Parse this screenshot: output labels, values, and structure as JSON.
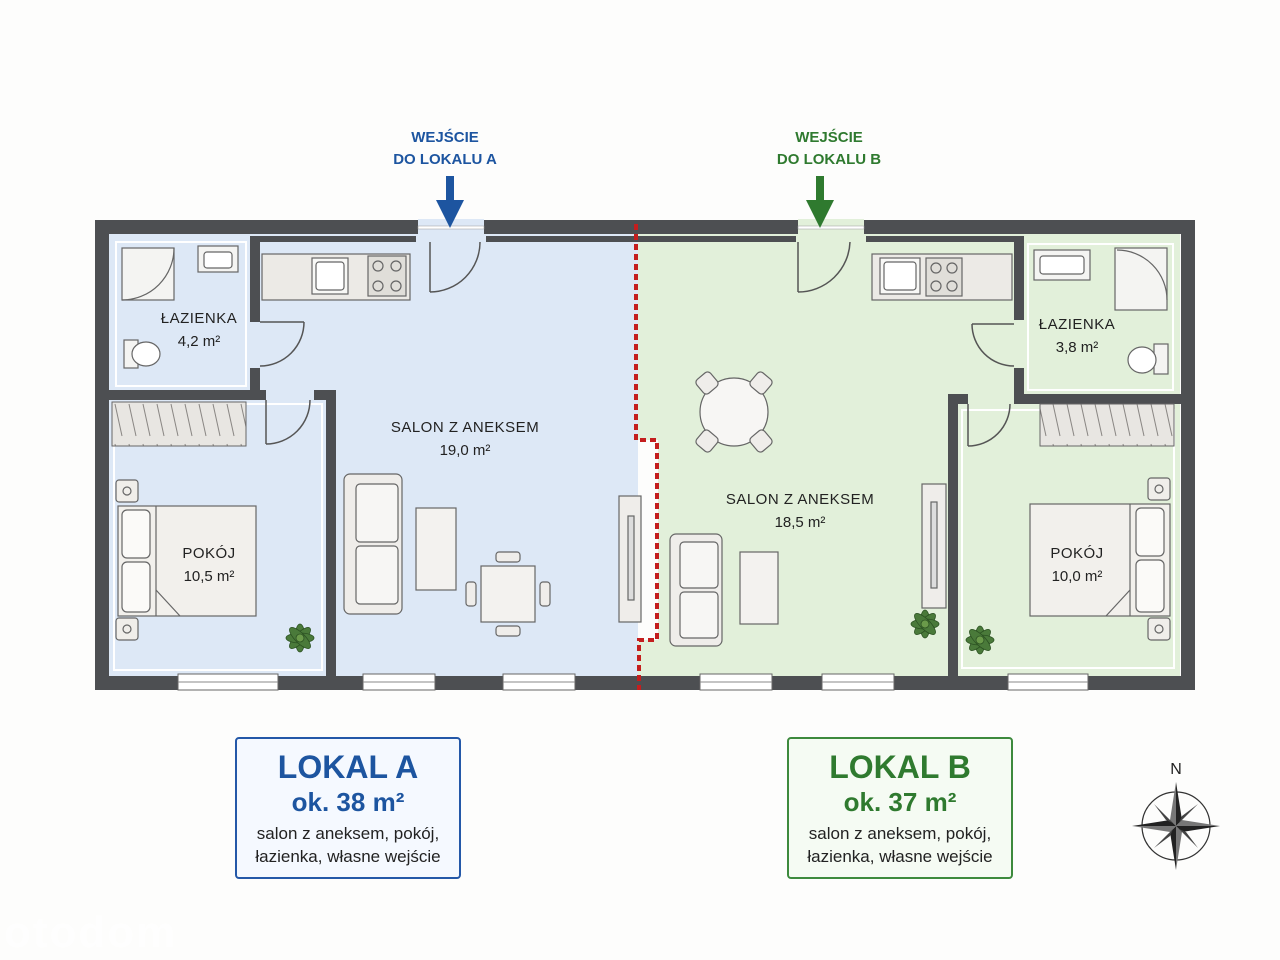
{
  "entrances": {
    "a": {
      "line1": "WEJŚCIE",
      "line2": "DO LOKALU A",
      "color": "#1d55a0"
    },
    "b": {
      "line1": "WEJŚCIE",
      "line2": "DO LOKALU B",
      "color": "#2f7a2f"
    }
  },
  "rooms": {
    "a_bathroom": {
      "name": "ŁAZIENKA",
      "area": "4,2 m²"
    },
    "a_living": {
      "name": "SALON Z ANEKSEM",
      "area": "19,0 m²"
    },
    "a_bedroom": {
      "name": "POKÓJ",
      "area": "10,5 m²"
    },
    "b_bathroom": {
      "name": "ŁAZIENKA",
      "area": "3,8 m²"
    },
    "b_living": {
      "name": "SALON Z ANEKSEM",
      "area": "18,5 m²"
    },
    "b_bedroom": {
      "name": "POKÓJ",
      "area": "10,0 m²"
    }
  },
  "units": {
    "a": {
      "title": "LOKAL A",
      "area": "ok. 38 m²",
      "desc1": "salon z aneksem, pokój,",
      "desc2": "łazienka, własne wejście",
      "color": "#1d55a0",
      "fill": "#dde8f6"
    },
    "b": {
      "title": "LOKAL B",
      "area": "ok. 37 m²",
      "desc1": "salon z aneksem, pokój,",
      "desc2": "łazienka, własne wejście",
      "color": "#2f7a2f",
      "fill": "#e2f0da"
    }
  },
  "compass": {
    "north": "N"
  },
  "watermark": "otodom",
  "colors": {
    "wall": "#4d4f52",
    "divider": "#c41e1e"
  }
}
